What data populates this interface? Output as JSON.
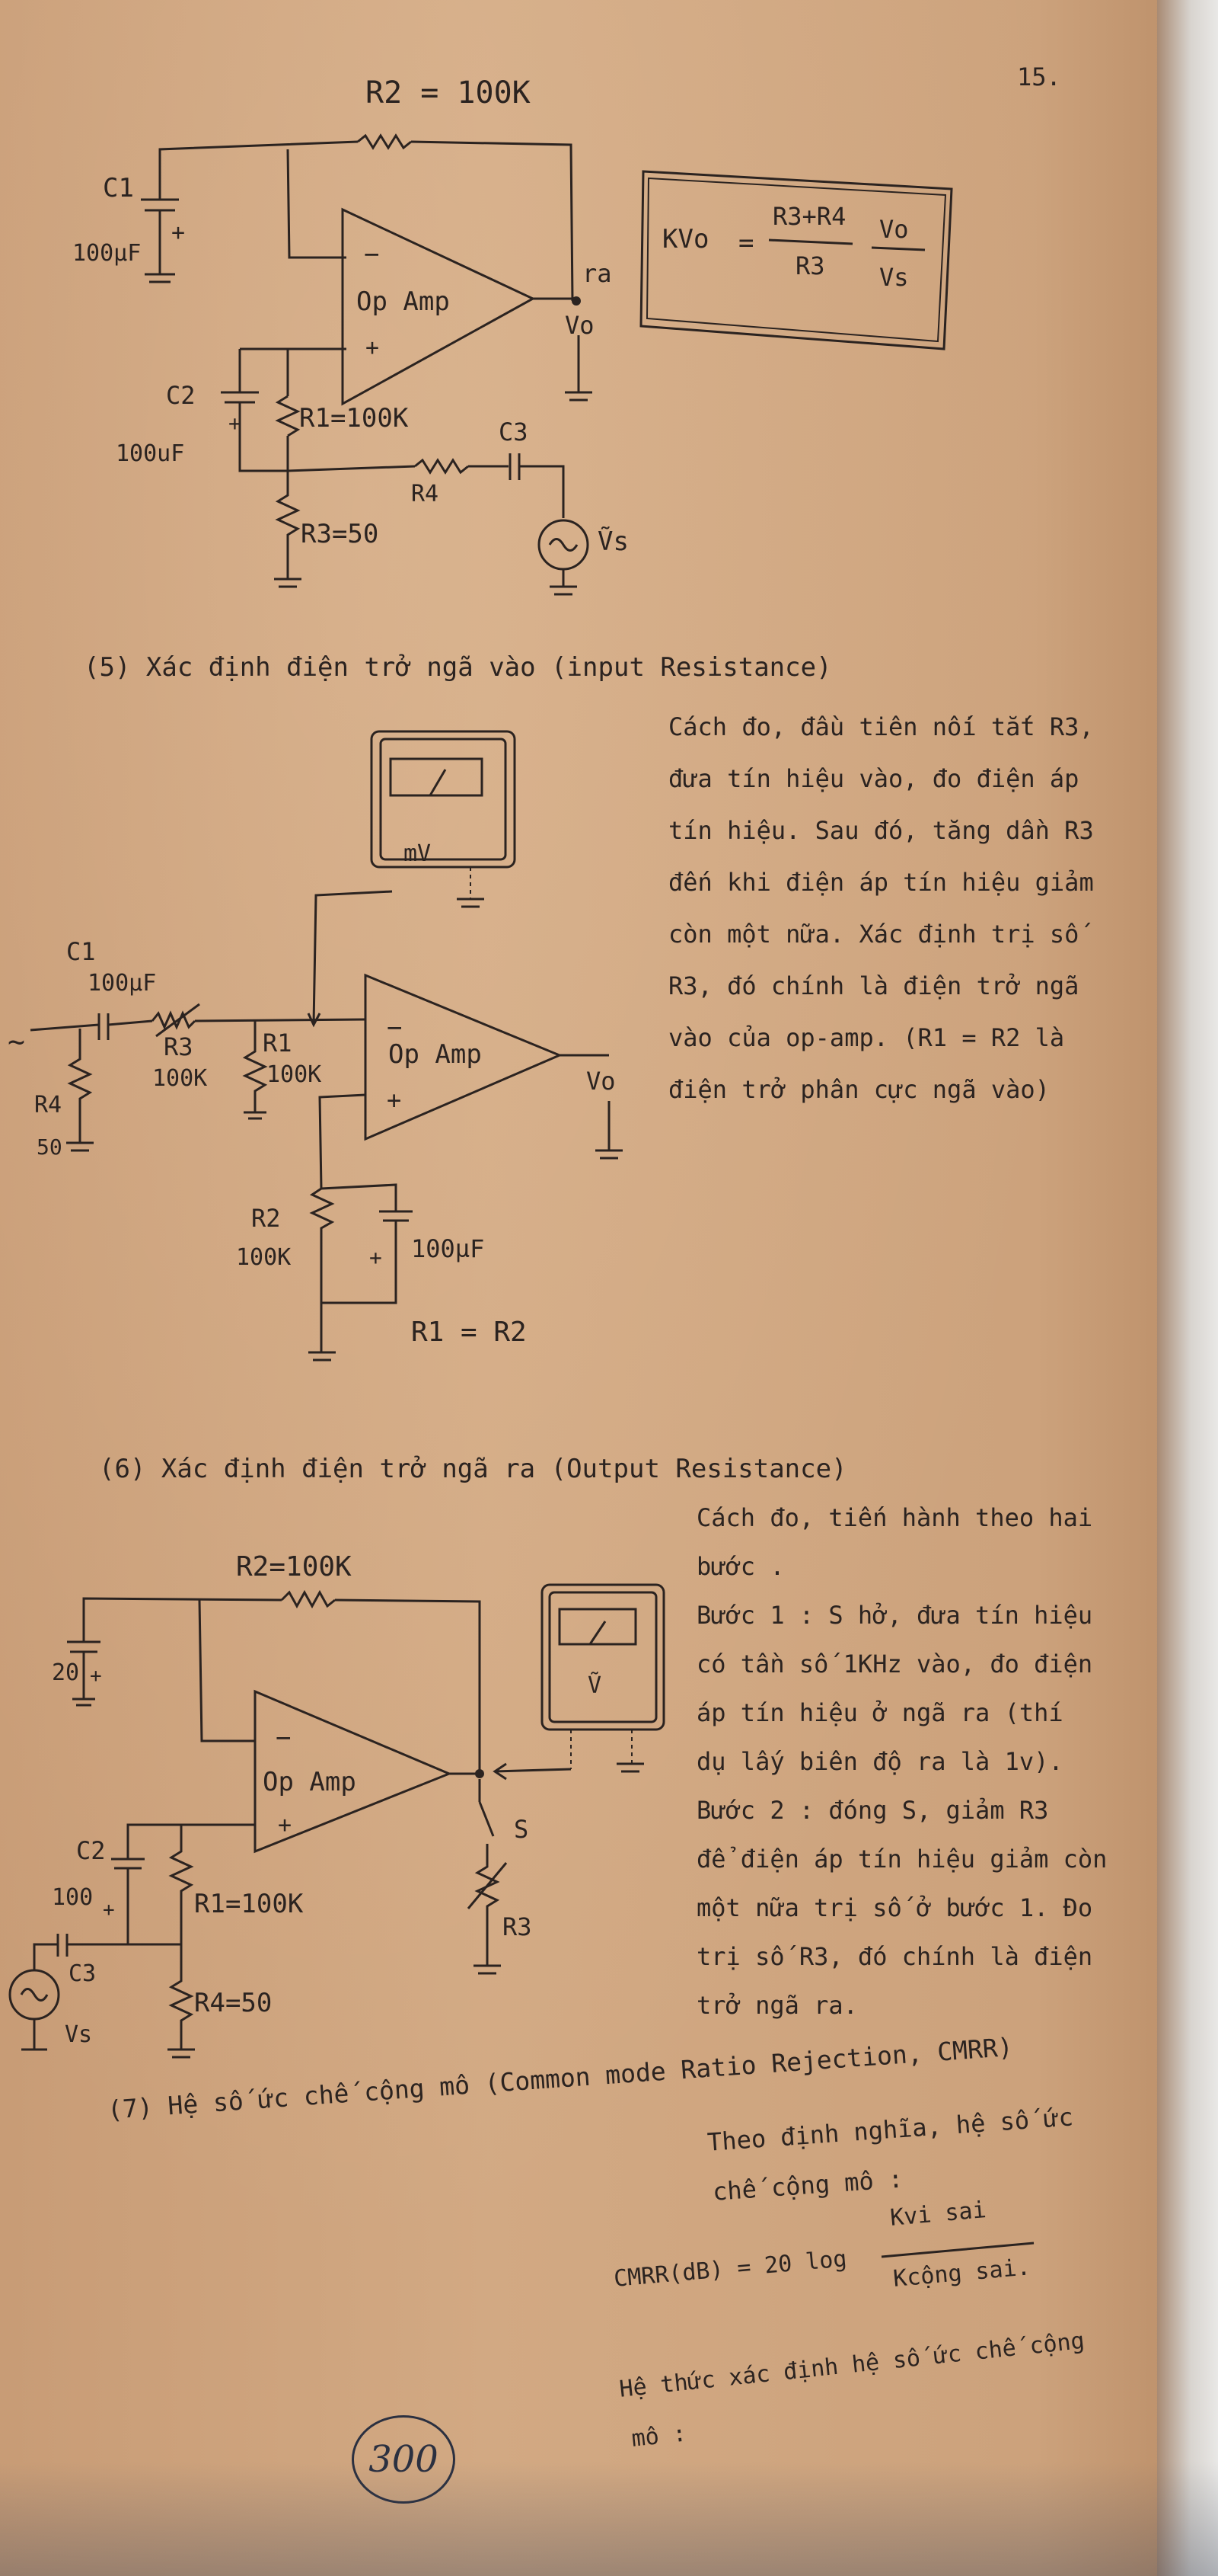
{
  "page_number": "15.",
  "handwritten_number": "300",
  "fig1": {
    "r2": "R2 = 100K",
    "c1": "C1",
    "c1_val": "100µF",
    "plus": "+",
    "minus": "−",
    "opamp": "Op Amp",
    "ra": "ra",
    "vo": "Vo",
    "c2": "C2",
    "c2_val": "100uF",
    "r1": "R1=100K",
    "c3": "C3",
    "r4": "R4",
    "r3": "R3=50",
    "vs": "Ṽs"
  },
  "formula1": {
    "k": "KVo",
    "eq": "=",
    "num": "R3+R4",
    "den": "R3",
    "vo": "Vo",
    "vs": "Vs"
  },
  "section5": {
    "title": "(5) Xác định điện trở ngã vào (input Resistance)",
    "lines": [
      "Cách đo, đầu tiên nối tắt R3,",
      "đưa tín hiệu vào, đo điện áp",
      "tín hiệu. Sau đó, tăng dần R3",
      "đến khi điện áp tín hiệu giảm",
      "còn một nữa. Xác định trị số",
      "R3, đó chính là điện trở ngã",
      "vào của op-amp. (R1 = R2 là",
      "điện trở phân cực ngã vào)"
    ]
  },
  "fig2": {
    "meter": "mV",
    "c1": "C1",
    "c1_val": "100µF",
    "r3": "R3",
    "r3_val": "100K",
    "r1": "R1",
    "r1_val": "100K",
    "opamp": "Op Amp",
    "minus": "−",
    "plus": "+",
    "vo": "Vo",
    "r4": "R4",
    "r4_val": "50",
    "r2": "R2",
    "r2_val": "100K",
    "cap": "100µF",
    "equality": "R1 = R2",
    "source": "~"
  },
  "section6": {
    "title": "(6) Xác định điện trở ngã ra (Output Resistance)",
    "lines": [
      "Cách đo, tiến hành theo hai",
      "bước .",
      "Bước 1 : S hở, đưa tín hiệu",
      "có tần số 1KHz vào, đo điện",
      "áp tín hiệu ở ngã ra (thí",
      "dụ lấy biên độ ra là 1v).",
      " Bước 2 : đóng S, giảm R3",
      "để điện áp tín hiệu giảm còn",
      "một nữa trị số ở bước 1. Đo",
      "trị số R3, đó chính là điện",
      "trở ngã ra."
    ]
  },
  "fig3": {
    "r2": "R2=100K",
    "c_val": "20",
    "plus": "+",
    "minus": "−",
    "opamp": "Op Amp",
    "meter": "Ṽ",
    "s": "S",
    "r3": "R3",
    "c2": "C2",
    "c2_val": "100",
    "r1": "R1=100K",
    "c3": "C3",
    "r4": "R4=50",
    "vs": "Vs"
  },
  "section7": {
    "title": "(7) Hệ số ức chế cộng mô (Common mode Ratio Rejection, CMRR)",
    "line1": "Theo định nghĩa, hệ số ức",
    "line2": "chế cộng mô :",
    "formula_left": "CMRR(dB) = 20 log",
    "formula_num": "Kvi sai",
    "formula_den": "Kcộng sai.",
    "line3": "Hệ thức xác định hệ số ức chế cộng",
    "line4": "mô :"
  }
}
